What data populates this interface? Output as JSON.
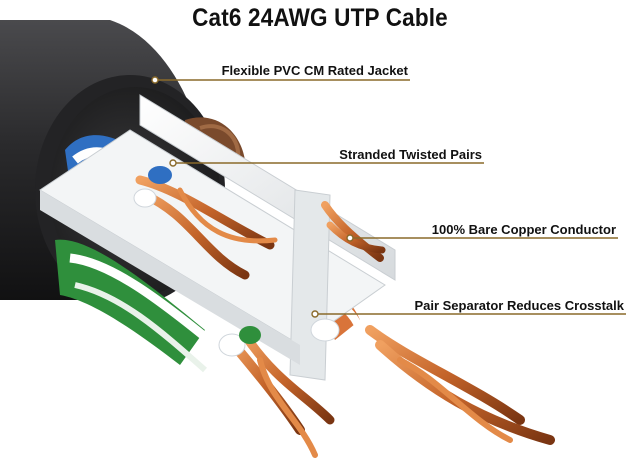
{
  "title": "Cat6 24AWG UTP Cable",
  "callouts": [
    {
      "label": "Flexible PVC CM Rated Jacket"
    },
    {
      "label": "Stranded Twisted Pairs"
    },
    {
      "label": "100% Bare Copper Conductor"
    },
    {
      "label": "Pair Separator Reduces Crosstalk"
    }
  ],
  "colors": {
    "jacket": "#2b2b2d",
    "blue_insulation": "#2f6fc2",
    "green_insulation": "#2f8f3c",
    "orange_insulation": "#d9743a",
    "brown_insulation": "#7a4a2c",
    "copper": "#c4642a",
    "separator": "#eef1f3",
    "leader_line": "#8a6a2a"
  }
}
